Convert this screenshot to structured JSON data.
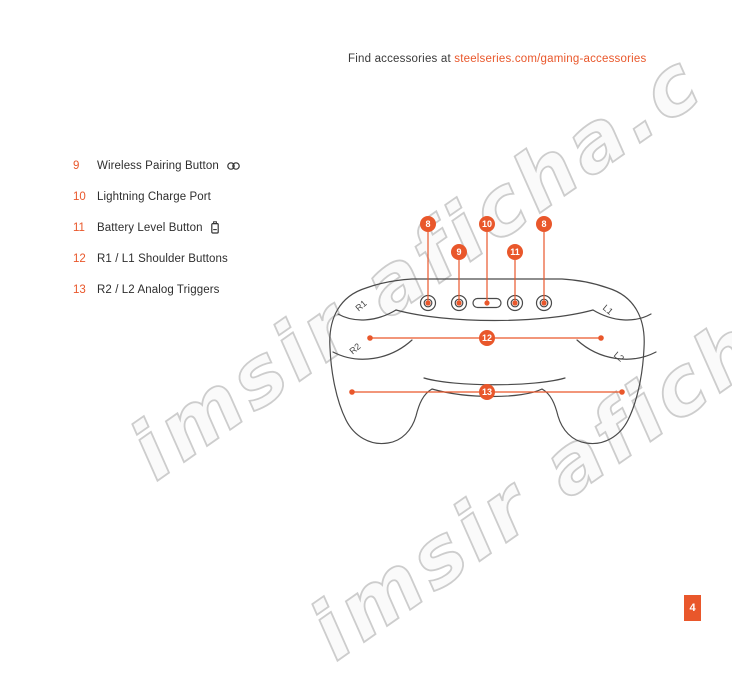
{
  "colors": {
    "accent": "#E9572B",
    "text": "#2E2E2E",
    "outline": "#4A4A4A",
    "watermark": "#CDCDCD"
  },
  "watermark": {
    "text": "imsir aficha.c"
  },
  "header": {
    "prefix": "Find accessories at ",
    "link": "steelseries.com/gaming-accessories"
  },
  "legend": {
    "items": [
      {
        "num": "9",
        "label": "Wireless Pairing Button"
      },
      {
        "num": "10",
        "label": "Lightning Charge Port"
      },
      {
        "num": "11",
        "label": "Battery Level Button"
      },
      {
        "num": "12",
        "label": "R1 / L1 Shoulder Buttons"
      },
      {
        "num": "13",
        "label": "R2 / L2 Analog Triggers"
      }
    ]
  },
  "diagram": {
    "callouts": {
      "c8a": "8",
      "c9": "9",
      "c10": "10",
      "c11": "11",
      "c8b": "8",
      "c12": "12",
      "c13": "13"
    },
    "labels": {
      "r1": "R1",
      "r2": "R2",
      "l1": "L1",
      "l2": "L2"
    }
  },
  "footer": {
    "page_number": "4"
  }
}
